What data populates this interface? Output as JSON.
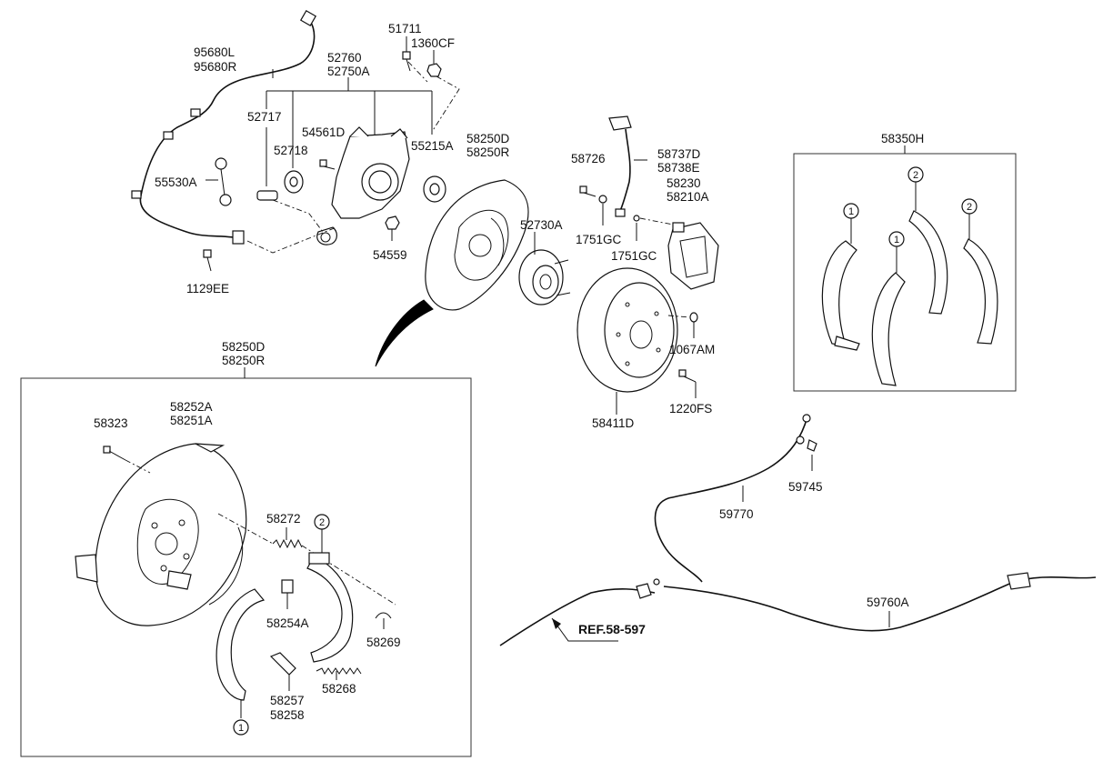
{
  "labels": {
    "l_95680L": "95680L",
    "l_95680R": "95680R",
    "l_51711": "51711",
    "l_1360CF": "1360CF",
    "l_52760": "52760",
    "l_52750A": "52750A",
    "l_52717": "52717",
    "l_54561D": "54561D",
    "l_52718": "52718",
    "l_55215A": "55215A",
    "l_58250D_top": "58250D",
    "l_58250R_top": "58250R",
    "l_55530A": "55530A",
    "l_54559": "54559",
    "l_1129EE": "1129EE",
    "l_52730A": "52730A",
    "l_58726": "58726",
    "l_58737D": "58737D",
    "l_58738E": "58738E",
    "l_58230": "58230",
    "l_58210A": "58210A",
    "l_1751GC_a": "1751GC",
    "l_1751GC_b": "1751GC",
    "l_1067AM": "1067AM",
    "l_1220FS": "1220FS",
    "l_58411D": "58411D",
    "l_58350H": "58350H",
    "l_58250D_box": "58250D",
    "l_58250R_box": "58250R",
    "l_58252A": "58252A",
    "l_58251A": "58251A",
    "l_58323": "58323",
    "l_58272": "58272",
    "l_58254A": "58254A",
    "l_58269": "58269",
    "l_58268": "58268",
    "l_58257": "58257",
    "l_58258": "58258",
    "l_59745": "59745",
    "l_59770": "59770",
    "l_59760A": "59760A",
    "l_ref": "REF.58-597"
  },
  "callouts": {
    "c1": "1",
    "c2": "2"
  },
  "colors": {
    "line": "#111111",
    "background": "#ffffff",
    "wedge": "#000000"
  }
}
